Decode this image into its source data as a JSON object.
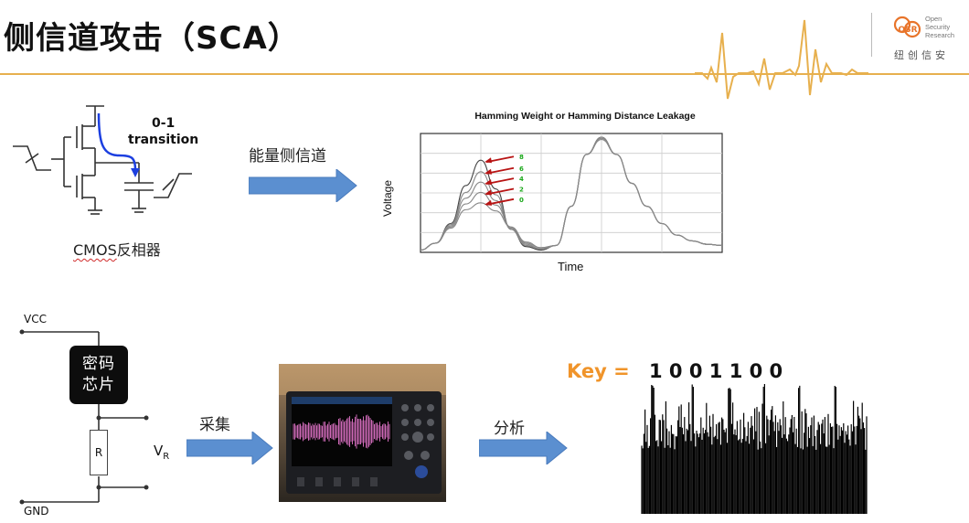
{
  "slide": {
    "title": "侧信道攻击（SCA）",
    "logo": {
      "text_lines": [
        "Open",
        "Security",
        "Research"
      ],
      "cn": "纽创信安",
      "mark": "OSR"
    }
  },
  "cmos": {
    "label_abbr": "CMOS",
    "label_rest": "反相器",
    "transition_line1": "0-1",
    "transition_line2": "transition"
  },
  "arrows": {
    "power_channel": "能量侧信道",
    "collect": "采集",
    "analyze": "分析"
  },
  "circuit": {
    "vcc": "VCC",
    "gnd": "GND",
    "chip_line1": "密码",
    "chip_line2": "芯片",
    "resistor": "R",
    "vr_main": "V",
    "vr_sub": "R"
  },
  "key": {
    "label": "Key =",
    "bits": "1 0 0 1 1 0 0"
  },
  "colors": {
    "accent_orange": "#f0942a",
    "header_line": "#e7b04e",
    "arrow_blue": "#5b8fd0",
    "trace_arrow_red": "#b81414",
    "level_green": "#1ba81b",
    "waveform_pink": "#f07bd6"
  },
  "chart_data": {
    "type": "line",
    "title": "Hamming Weight or Hamming Distance Leakage",
    "xlabel": "Time",
    "ylabel": "Voltage",
    "grid": true,
    "annotations": [
      "8",
      "6",
      "4",
      "2",
      "0"
    ],
    "x": [
      0,
      5,
      10,
      15,
      20,
      25,
      30,
      35,
      40,
      45,
      50,
      55,
      60,
      65,
      70,
      75,
      80,
      85,
      90,
      95,
      100
    ],
    "series": [
      {
        "values": [
          0.02,
          0.08,
          0.25,
          0.58,
          0.8,
          0.55,
          0.2,
          0.05,
          0.02,
          0.06,
          0.4,
          0.85,
          1.0,
          0.85,
          0.6,
          0.4,
          0.25,
          0.15,
          0.1,
          0.07,
          0.06
        ]
      },
      {
        "values": [
          0.02,
          0.08,
          0.24,
          0.52,
          0.7,
          0.5,
          0.2,
          0.06,
          0.03,
          0.06,
          0.4,
          0.85,
          1.0,
          0.85,
          0.6,
          0.4,
          0.25,
          0.15,
          0.1,
          0.07,
          0.06
        ]
      },
      {
        "values": [
          0.02,
          0.08,
          0.23,
          0.47,
          0.61,
          0.45,
          0.21,
          0.07,
          0.03,
          0.06,
          0.4,
          0.85,
          0.99,
          0.85,
          0.6,
          0.4,
          0.25,
          0.15,
          0.1,
          0.07,
          0.06
        ]
      },
      {
        "values": [
          0.02,
          0.08,
          0.22,
          0.42,
          0.52,
          0.41,
          0.22,
          0.08,
          0.04,
          0.06,
          0.4,
          0.85,
          0.99,
          0.85,
          0.6,
          0.4,
          0.25,
          0.15,
          0.1,
          0.07,
          0.06
        ]
      },
      {
        "values": [
          0.02,
          0.08,
          0.21,
          0.37,
          0.43,
          0.36,
          0.22,
          0.09,
          0.04,
          0.06,
          0.4,
          0.85,
          0.98,
          0.85,
          0.6,
          0.4,
          0.25,
          0.15,
          0.1,
          0.07,
          0.06
        ]
      }
    ]
  }
}
